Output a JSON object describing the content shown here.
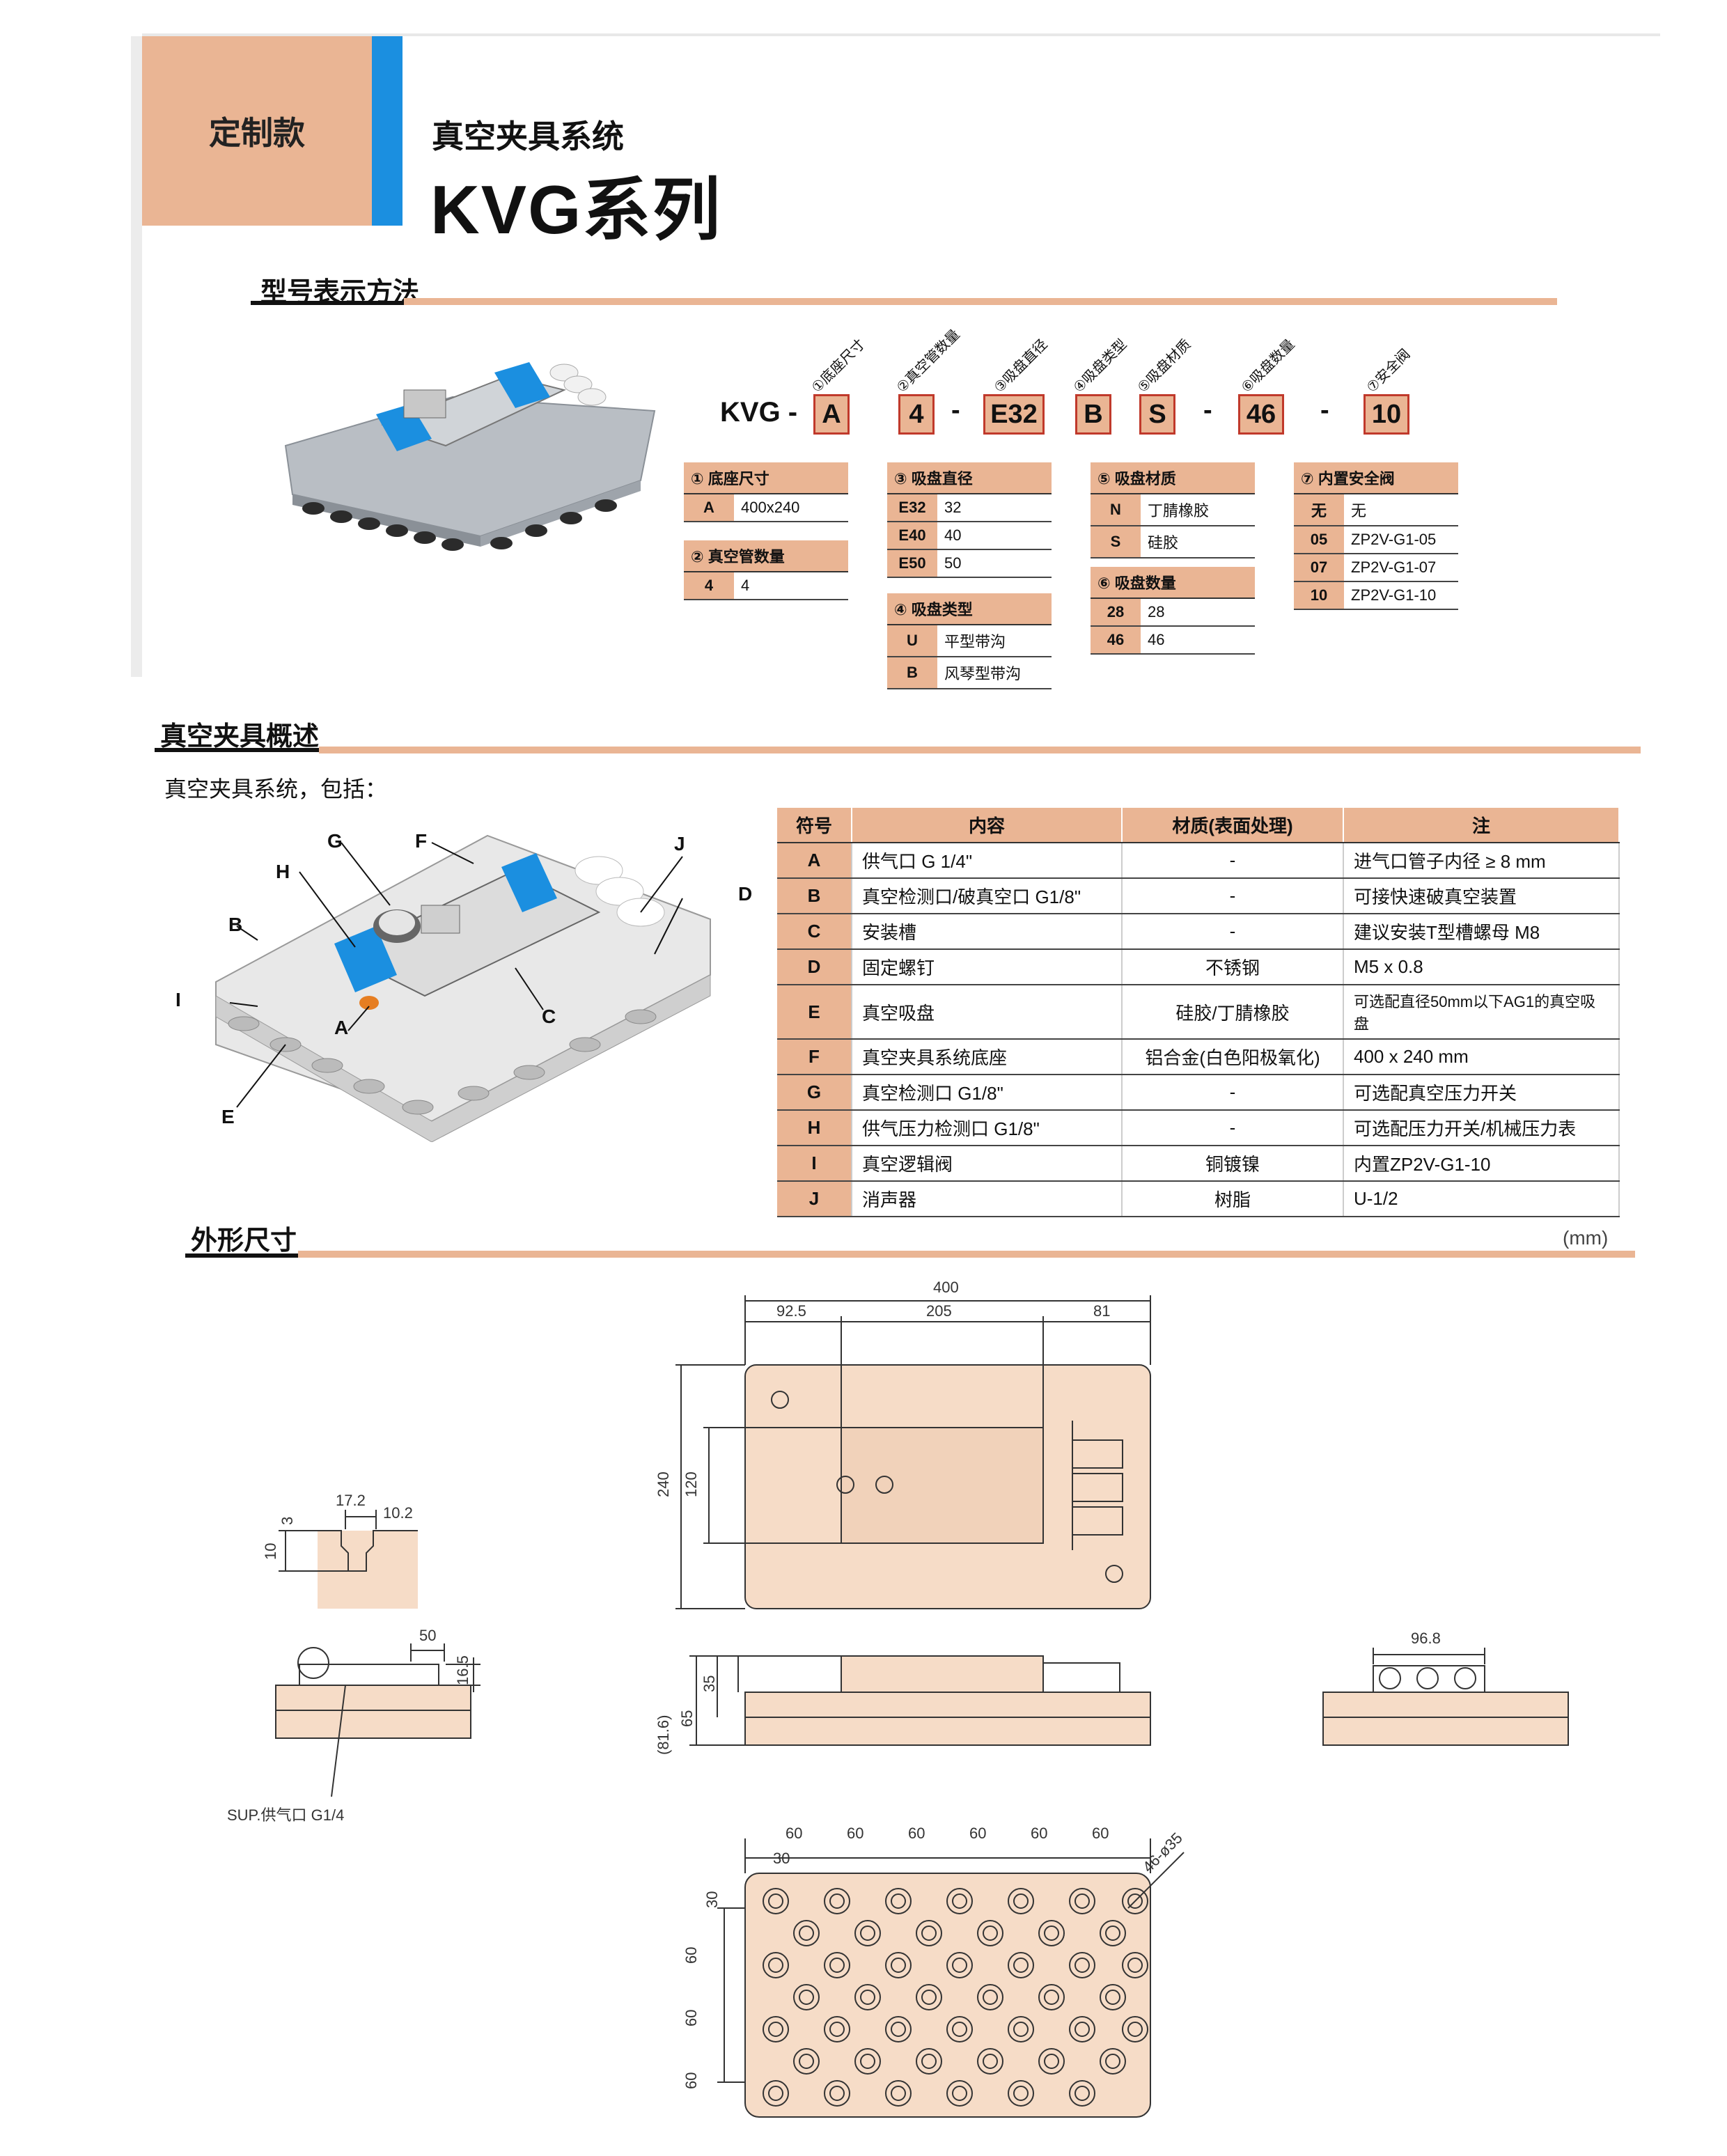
{
  "header": {
    "tag": "定制款",
    "subtitle": "真空夹具系统",
    "title": "KVG系列"
  },
  "model_section": {
    "title": "型号表示方法",
    "prefix": "KVG -",
    "codes": [
      {
        "value": "A",
        "label": "①底座尺寸"
      },
      {
        "value": "4",
        "label": "②真空管数量"
      },
      {
        "value": "E32",
        "label": "③吸盘直径"
      },
      {
        "value": "B",
        "label": "④吸盘类型"
      },
      {
        "value": "S",
        "label": "⑤吸盘材质"
      },
      {
        "value": "46",
        "label": "⑥吸盘数量"
      },
      {
        "value": "10",
        "label": "⑦安全阀"
      }
    ],
    "separators": [
      "-",
      "-",
      "-"
    ],
    "option_tables": [
      {
        "title": "① 底座尺寸",
        "rows": [
          [
            "A",
            "400x240"
          ]
        ]
      },
      {
        "title": "② 真空管数量",
        "rows": [
          [
            "4",
            "4"
          ]
        ]
      },
      {
        "title": "③ 吸盘直径",
        "rows": [
          [
            "E32",
            "32"
          ],
          [
            "E40",
            "40"
          ],
          [
            "E50",
            "50"
          ]
        ]
      },
      {
        "title": "④ 吸盘类型",
        "rows": [
          [
            "U",
            "平型带沟"
          ],
          [
            "B",
            "风琴型带沟"
          ]
        ]
      },
      {
        "title": "⑤ 吸盘材质",
        "rows": [
          [
            "N",
            "丁腈橡胶"
          ],
          [
            "S",
            "硅胶"
          ]
        ]
      },
      {
        "title": "⑥ 吸盘数量",
        "rows": [
          [
            "28",
            "28"
          ],
          [
            "46",
            "46"
          ]
        ]
      },
      {
        "title": "⑦ 内置安全阀",
        "rows": [
          [
            "无",
            "无"
          ],
          [
            "05",
            "ZP2V-G1-05"
          ],
          [
            "07",
            "ZP2V-G1-07"
          ],
          [
            "10",
            "ZP2V-G1-10"
          ]
        ]
      }
    ]
  },
  "overview_section": {
    "title": "真空夹具概述",
    "intro": "真空夹具系统，包括：",
    "callouts": [
      "A",
      "B",
      "C",
      "D",
      "E",
      "F",
      "G",
      "H",
      "I",
      "J"
    ],
    "table": {
      "headers": [
        "符号",
        "内容",
        "材质(表面处理)",
        "注"
      ],
      "rows": [
        [
          "A",
          "供气口 G 1/4\"",
          "-",
          "进气口管子内径 ≥ 8 mm"
        ],
        [
          "B",
          "真空检测口/破真空口 G1/8\"",
          "-",
          "可接快速破真空装置"
        ],
        [
          "C",
          "安装槽",
          "-",
          "建议安装T型槽螺母 M8"
        ],
        [
          "D",
          "固定螺钉",
          "不锈钢",
          "M5 x 0.8"
        ],
        [
          "E",
          "真空吸盘",
          "硅胶/丁腈橡胶",
          "可选配直径50mm以下AG1的真空吸盘"
        ],
        [
          "F",
          "真空夹具系统底座",
          "铝合金(白色阳极氧化)",
          "400 x 240 mm"
        ],
        [
          "G",
          "真空检测口 G1/8\"",
          "-",
          "可选配真空压力开关"
        ],
        [
          "H",
          "供气压力检测口 G1/8\"",
          "-",
          "可选配压力开关/机械压力表"
        ],
        [
          "I",
          "真空逻辑阀",
          "铜镀镍",
          "内置ZP2V-G1-10"
        ],
        [
          "J",
          "消声器",
          "树脂",
          "U-1/2"
        ]
      ]
    }
  },
  "dimensions_section": {
    "title": "外形尺寸",
    "unit": "(mm)",
    "top_view": {
      "overall": "400",
      "left": "92.5",
      "mid": "205",
      "right": "81",
      "height": "240",
      "inner": "120"
    },
    "slot_detail": {
      "w1": "17.2",
      "w2": "10.2",
      "h1": "3",
      "h2": "10"
    },
    "left_side": {
      "w": "50",
      "h": "16.5",
      "port": "SUP.供气口 G1/4"
    },
    "front_side": {
      "h1": "(81.6)",
      "h2": "65",
      "h3": "35"
    },
    "right_side": {
      "w": "96.8"
    },
    "bottom_view": {
      "pitch": [
        "60",
        "60",
        "60",
        "60",
        "60",
        "60"
      ],
      "offset_x": "30",
      "offset_y": "30",
      "vpitch": [
        "60",
        "60",
        "60"
      ],
      "cup": "46-ø35"
    }
  },
  "colors": {
    "accent": "#eab594",
    "blue": "#1b8fe0",
    "red": "#c0392b"
  }
}
